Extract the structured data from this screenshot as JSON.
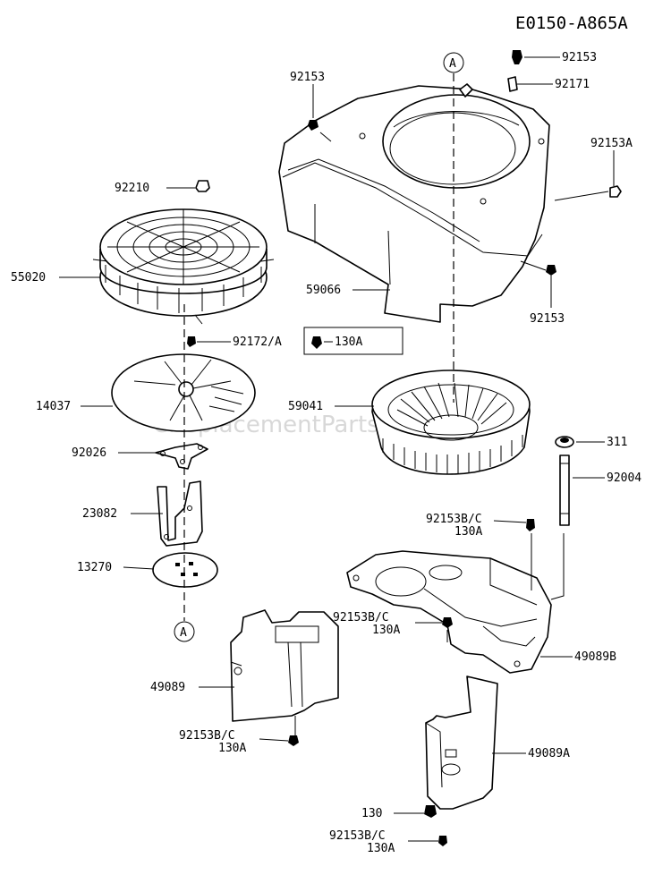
{
  "diagram": {
    "code": "E0150-A865A",
    "watermark": "eReplacementParts.com",
    "reference_marker": "A",
    "part_labels": {
      "p92153_top": "92153",
      "p92171": "92171",
      "p92153_left": "92153",
      "p92153A": "92153A",
      "p92210": "92210",
      "p55020": "55020",
      "p59066": "59066",
      "p92153_right": "92153",
      "p92172A": "92172/A",
      "p130A_box": "130A",
      "p14037": "14037",
      "p59041": "59041",
      "p92026": "92026",
      "p311": "311",
      "p92004": "92004",
      "p23082": "23082",
      "p92153BC_1": "92153B/C",
      "p130A_1": "130A",
      "p13270": "13270",
      "p92153BC_2": "92153B/C",
      "p130A_2": "130A",
      "p49089B": "49089B",
      "p49089": "49089",
      "p92153BC_3": "92153B/C",
      "p130A_3": "130A",
      "p49089A": "49089A",
      "p130": "130",
      "p92153BC_4": "92153B/C",
      "p130A_4": "130A"
    }
  }
}
